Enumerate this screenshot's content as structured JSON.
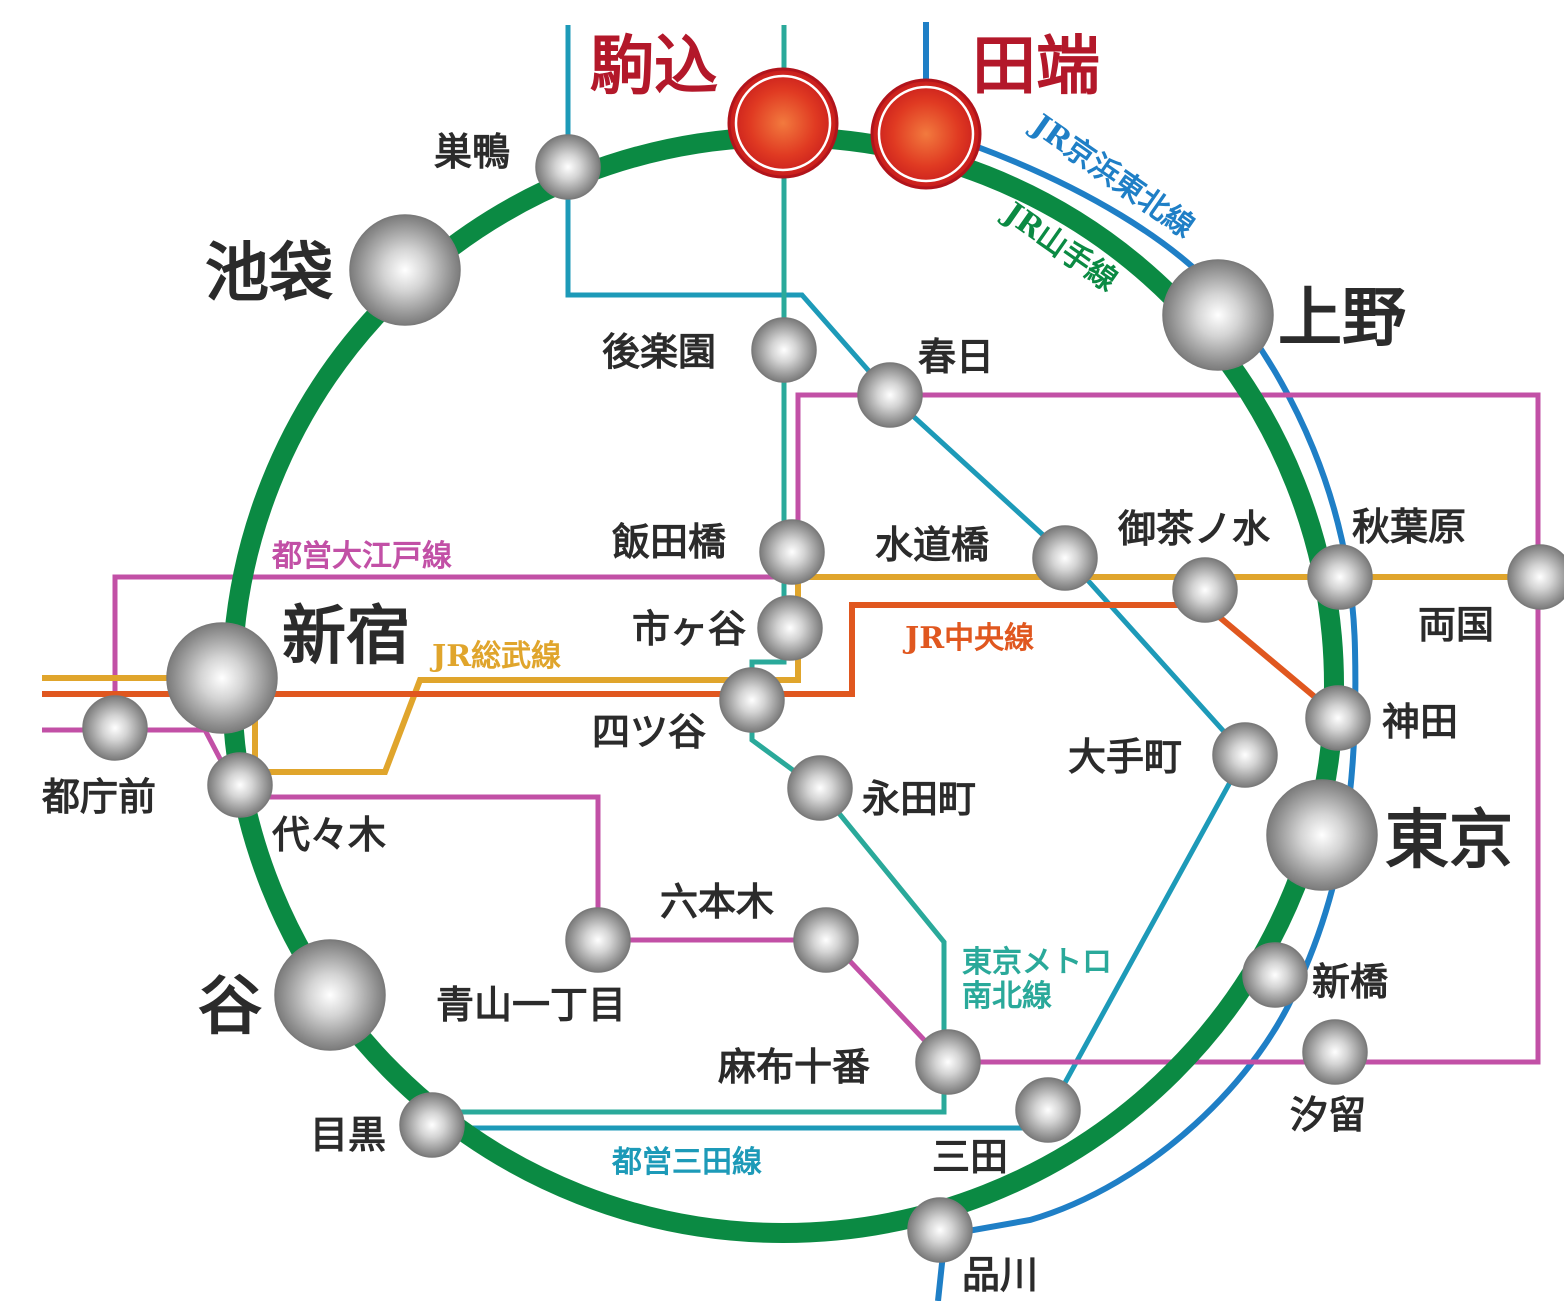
{
  "colors": {
    "yamanote": "#0b8a43",
    "keihin_tohoku": "#1f7fc6",
    "chuo": "#e0571f",
    "sobu": "#e0a52c",
    "oedo": "#c250a6",
    "nanboku": "#2aa99a",
    "mita": "#1d9ab8",
    "highlight": "#b3182a"
  },
  "lines": {
    "keihin_tohoku": "JR京浜東北線",
    "yamanote": "JR山手線",
    "chuo": "JR中央線",
    "sobu": "JR総武線",
    "oedo": "都営大江戸線",
    "nanboku_line1": "東京メトロ",
    "nanboku_line2": "南北線",
    "mita": "都営三田線"
  },
  "highlight_stations": {
    "komagome": "駒込",
    "tabata": "田端"
  },
  "stations": {
    "sugamo": "巣鴨",
    "ikebukuro": "池袋",
    "ueno": "上野",
    "korakuen": "後楽園",
    "kasuga": "春日",
    "iidabashi": "飯田橋",
    "suidobashi": "水道橋",
    "ochanomizu": "御茶ノ水",
    "akihabara": "秋葉原",
    "ryogoku": "両国",
    "ichigaya": "市ヶ谷",
    "shinjuku": "新宿",
    "yotsuya": "四ツ谷",
    "kanda": "神田",
    "tochomae": "都庁前",
    "yoyogi": "代々木",
    "nagatacho": "永田町",
    "otemachi": "大手町",
    "tokyo": "東京",
    "roppongi": "六本木",
    "aoyama": "青山一丁目",
    "shibuya": "谷",
    "shimbashi": "新橋",
    "azabujuban": "麻布十番",
    "shiodome": "汐留",
    "meguro": "目黒",
    "mita": "三田",
    "shinagawa": "品川"
  }
}
